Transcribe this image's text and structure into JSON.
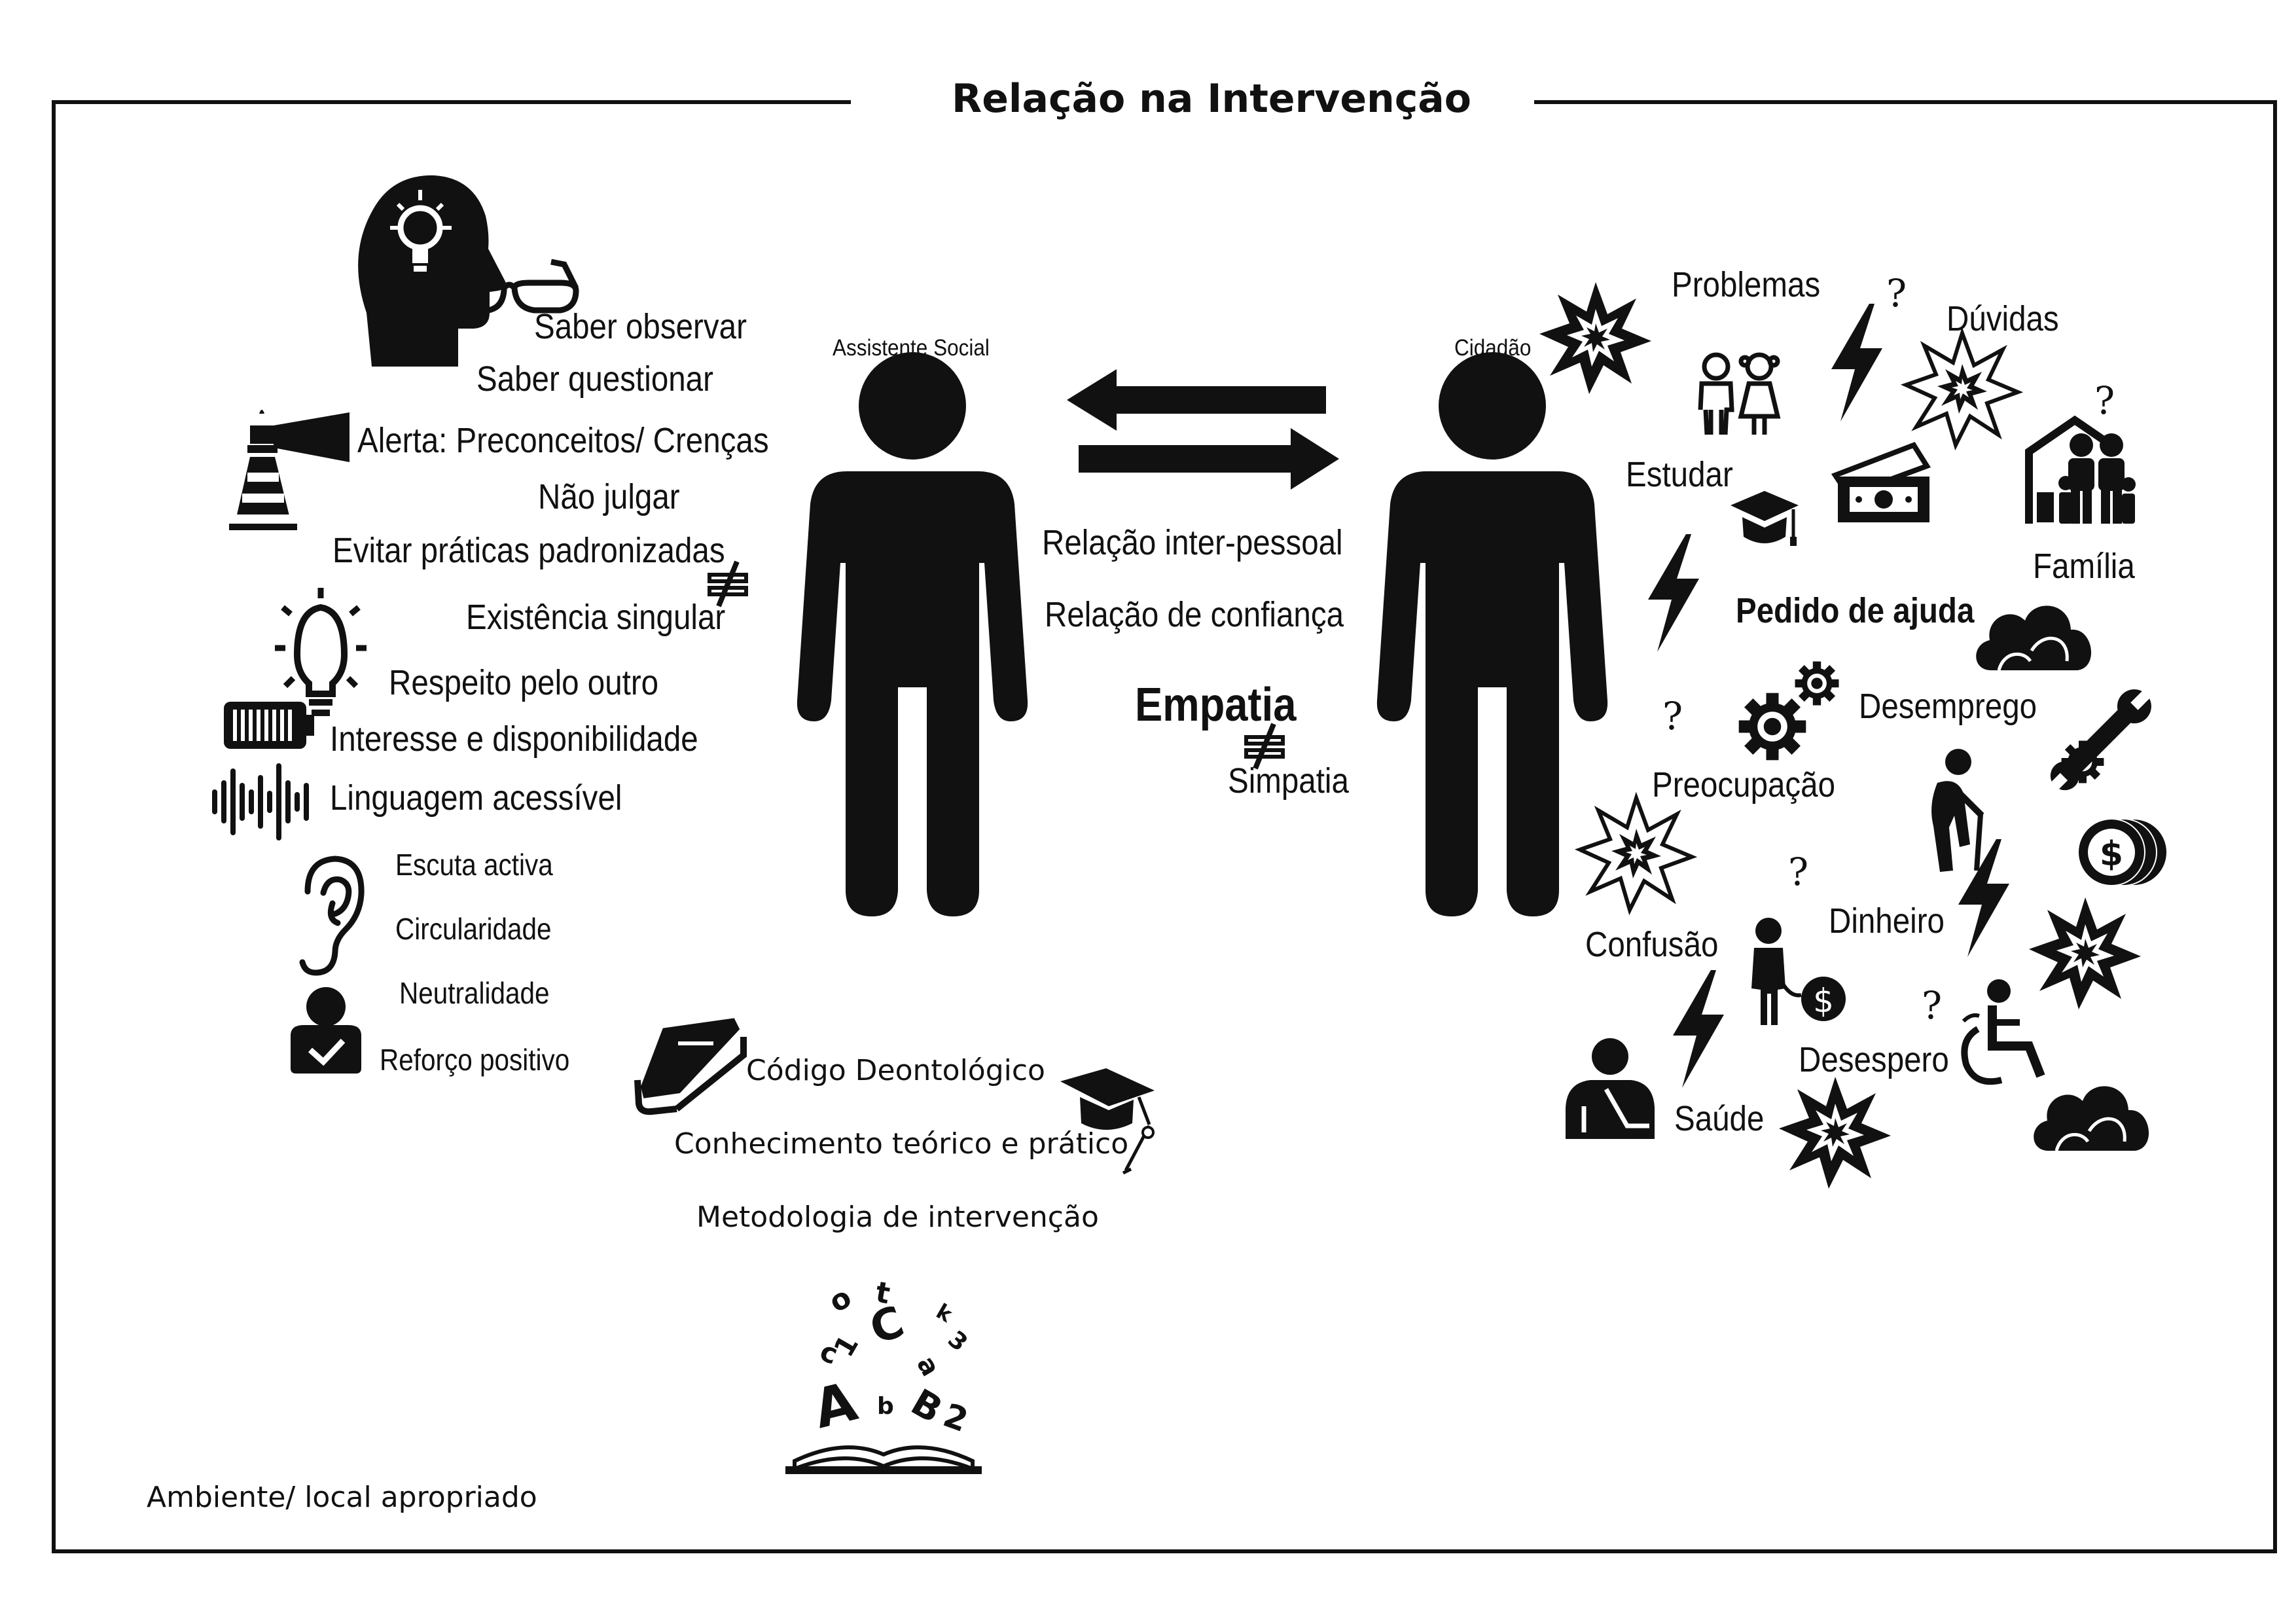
{
  "title": "Relação na Intervenção",
  "figures": {
    "social_worker": "Assistente Social",
    "citizen": "Cidadão"
  },
  "center": {
    "relation_interpersonal": "Relação inter-pessoal",
    "relation_trust": "Relação de confiança",
    "empathy": "Empatia",
    "sympathy": "Simpatia",
    "not_equal_symbol": "≠"
  },
  "social_worker_skills": [
    "Saber observar",
    "Saber questionar",
    "Alerta: Preconceitos/ Crenças",
    "Não julgar",
    "Evitar práticas padronizadas",
    "Existência singular",
    "Respeito pelo outro",
    "Interesse e disponibilidade",
    "Linguagem acessível",
    "Escuta activa",
    "Circularidade",
    "Neutralidade",
    "Reforço positivo"
  ],
  "knowledge": [
    "Código Deontológico",
    "Conhecimento teórico e prático",
    "Metodologia de intervenção"
  ],
  "environment": "Ambiente/ local apropriado",
  "citizen_issues": [
    "Problemas",
    "Dúvidas",
    "Estudar",
    "Família",
    "Pedido de ajuda",
    "Desemprego",
    "Preocupação",
    "Confusão",
    "Dinheiro",
    "Desespero",
    "Saúde"
  ],
  "question_mark": "?",
  "book_letters": [
    "o",
    "t",
    "k",
    "c",
    "1",
    "C",
    "a",
    "3",
    "A",
    "b",
    "B",
    "2"
  ],
  "icons": [
    "glasses-icon",
    "head-lightbulb-icon",
    "lighthouse-icon",
    "not-equal-icon",
    "lightbulb-icon",
    "battery-icon",
    "sound-wave-icon",
    "ear-icon",
    "user-check-icon",
    "book-icon",
    "graduation-cap-icon",
    "open-book-letters-icon",
    "arrow-left-icon",
    "arrow-right-icon",
    "person-icon",
    "burst-icon",
    "children-icon",
    "lightning-icon",
    "money-icon",
    "house-family-icon",
    "cloud-icon",
    "gears-icon",
    "wrench-gear-icon",
    "elderly-icon",
    "coins-icon",
    "person-money-icon",
    "injured-person-icon",
    "wheelchair-icon"
  ],
  "colors": {
    "ink": "#111111",
    "background": "#ffffff"
  }
}
